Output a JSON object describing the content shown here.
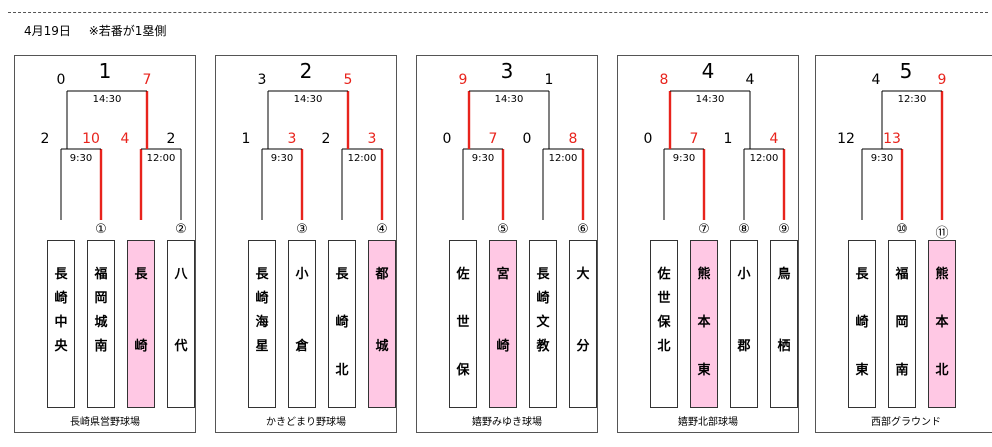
{
  "header": {
    "date": "4月19日",
    "note": "※若番が1塁側"
  },
  "panels": [
    {
      "title": "1",
      "venue": "長崎県営野球場",
      "final": {
        "time": "14:30",
        "left": "0",
        "right": "7",
        "win": "right"
      },
      "semis": [
        {
          "time": "9:30",
          "left": "2",
          "right": "10",
          "win": "right",
          "slot": "a"
        },
        {
          "time": "12:00",
          "left": "4",
          "right": "2",
          "win": "left",
          "slot": "b"
        }
      ],
      "teams": [
        {
          "name": "長\n崎\n中\n央",
          "seed": "",
          "hl": false
        },
        {
          "name": "福\n岡\n城\n南",
          "seed": "①",
          "hl": false
        },
        {
          "name": "長\n\n\n崎",
          "seed": "",
          "hl": true
        },
        {
          "name": "八\n\n\n代",
          "seed": "②",
          "hl": false
        }
      ]
    },
    {
      "title": "2",
      "venue": "かきどまり野球場",
      "final": {
        "time": "14:30",
        "left": "3",
        "right": "5",
        "win": "right"
      },
      "semis": [
        {
          "time": "9:30",
          "left": "1",
          "right": "3",
          "win": "right",
          "slot": "a"
        },
        {
          "time": "12:00",
          "left": "2",
          "right": "3",
          "win": "right",
          "slot": "b"
        }
      ],
      "teams": [
        {
          "name": "長\n崎\n海\n星",
          "seed": "",
          "hl": false
        },
        {
          "name": "小\n\n\n倉",
          "seed": "③",
          "hl": false
        },
        {
          "name": "長\n\n崎\n\n北",
          "seed": "",
          "hl": false
        },
        {
          "name": "都\n\n\n城",
          "seed": "④",
          "hl": true
        }
      ]
    },
    {
      "title": "3",
      "venue": "嬉野みゆき球場",
      "final": {
        "time": "14:30",
        "left": "9",
        "right": "1",
        "win": "left"
      },
      "semis": [
        {
          "time": "9:30",
          "left": "0",
          "right": "7",
          "win": "right",
          "slot": "a"
        },
        {
          "time": "12:00",
          "left": "0",
          "right": "8",
          "win": "right",
          "slot": "b"
        }
      ],
      "teams": [
        {
          "name": "佐\n\n世\n\n保",
          "seed": "",
          "hl": false
        },
        {
          "name": "宮\n\n\n崎",
          "seed": "⑤",
          "hl": true
        },
        {
          "name": "長\n崎\n文\n教",
          "seed": "",
          "hl": false
        },
        {
          "name": "大\n\n\n分",
          "seed": "⑥",
          "hl": false
        }
      ]
    },
    {
      "title": "4",
      "venue": "嬉野北部球場",
      "final": {
        "time": "14:30",
        "left": "8",
        "right": "4",
        "win": "left"
      },
      "semis": [
        {
          "time": "9:30",
          "left": "0",
          "right": "7",
          "win": "right",
          "slot": "a"
        },
        {
          "time": "12:00",
          "left": "1",
          "right": "4",
          "win": "right",
          "slot": "b"
        }
      ],
      "teams": [
        {
          "name": "佐\n世\n保\n北",
          "seed": "",
          "hl": false
        },
        {
          "name": "熊\n\n本\n\n東",
          "seed": "⑦",
          "hl": true
        },
        {
          "name": "小\n\n\n郡",
          "seed": "⑧",
          "hl": false
        },
        {
          "name": "鳥\n\n\n栖",
          "seed": "⑨",
          "hl": false
        }
      ]
    },
    {
      "title": "5",
      "venue": "西部グラウンド",
      "final": {
        "time": "12:30",
        "left": "4",
        "right": "9",
        "win": "right"
      },
      "semis": [
        {
          "time": "9:30",
          "left": "12",
          "right": "13",
          "win": "right",
          "slot": "a"
        }
      ],
      "teams": [
        {
          "name": "長\n\n崎\n\n東",
          "seed": "",
          "hl": false
        },
        {
          "name": "福\n\n岡\n\n南",
          "seed": "⑩",
          "hl": false
        },
        {
          "name": "熊\n\n本\n\n北",
          "seed": "⑪",
          "hl": true
        }
      ]
    }
  ],
  "colors": {
    "win": "#e8231c",
    "line": "#000000",
    "highlight": "#ffc8e4"
  }
}
